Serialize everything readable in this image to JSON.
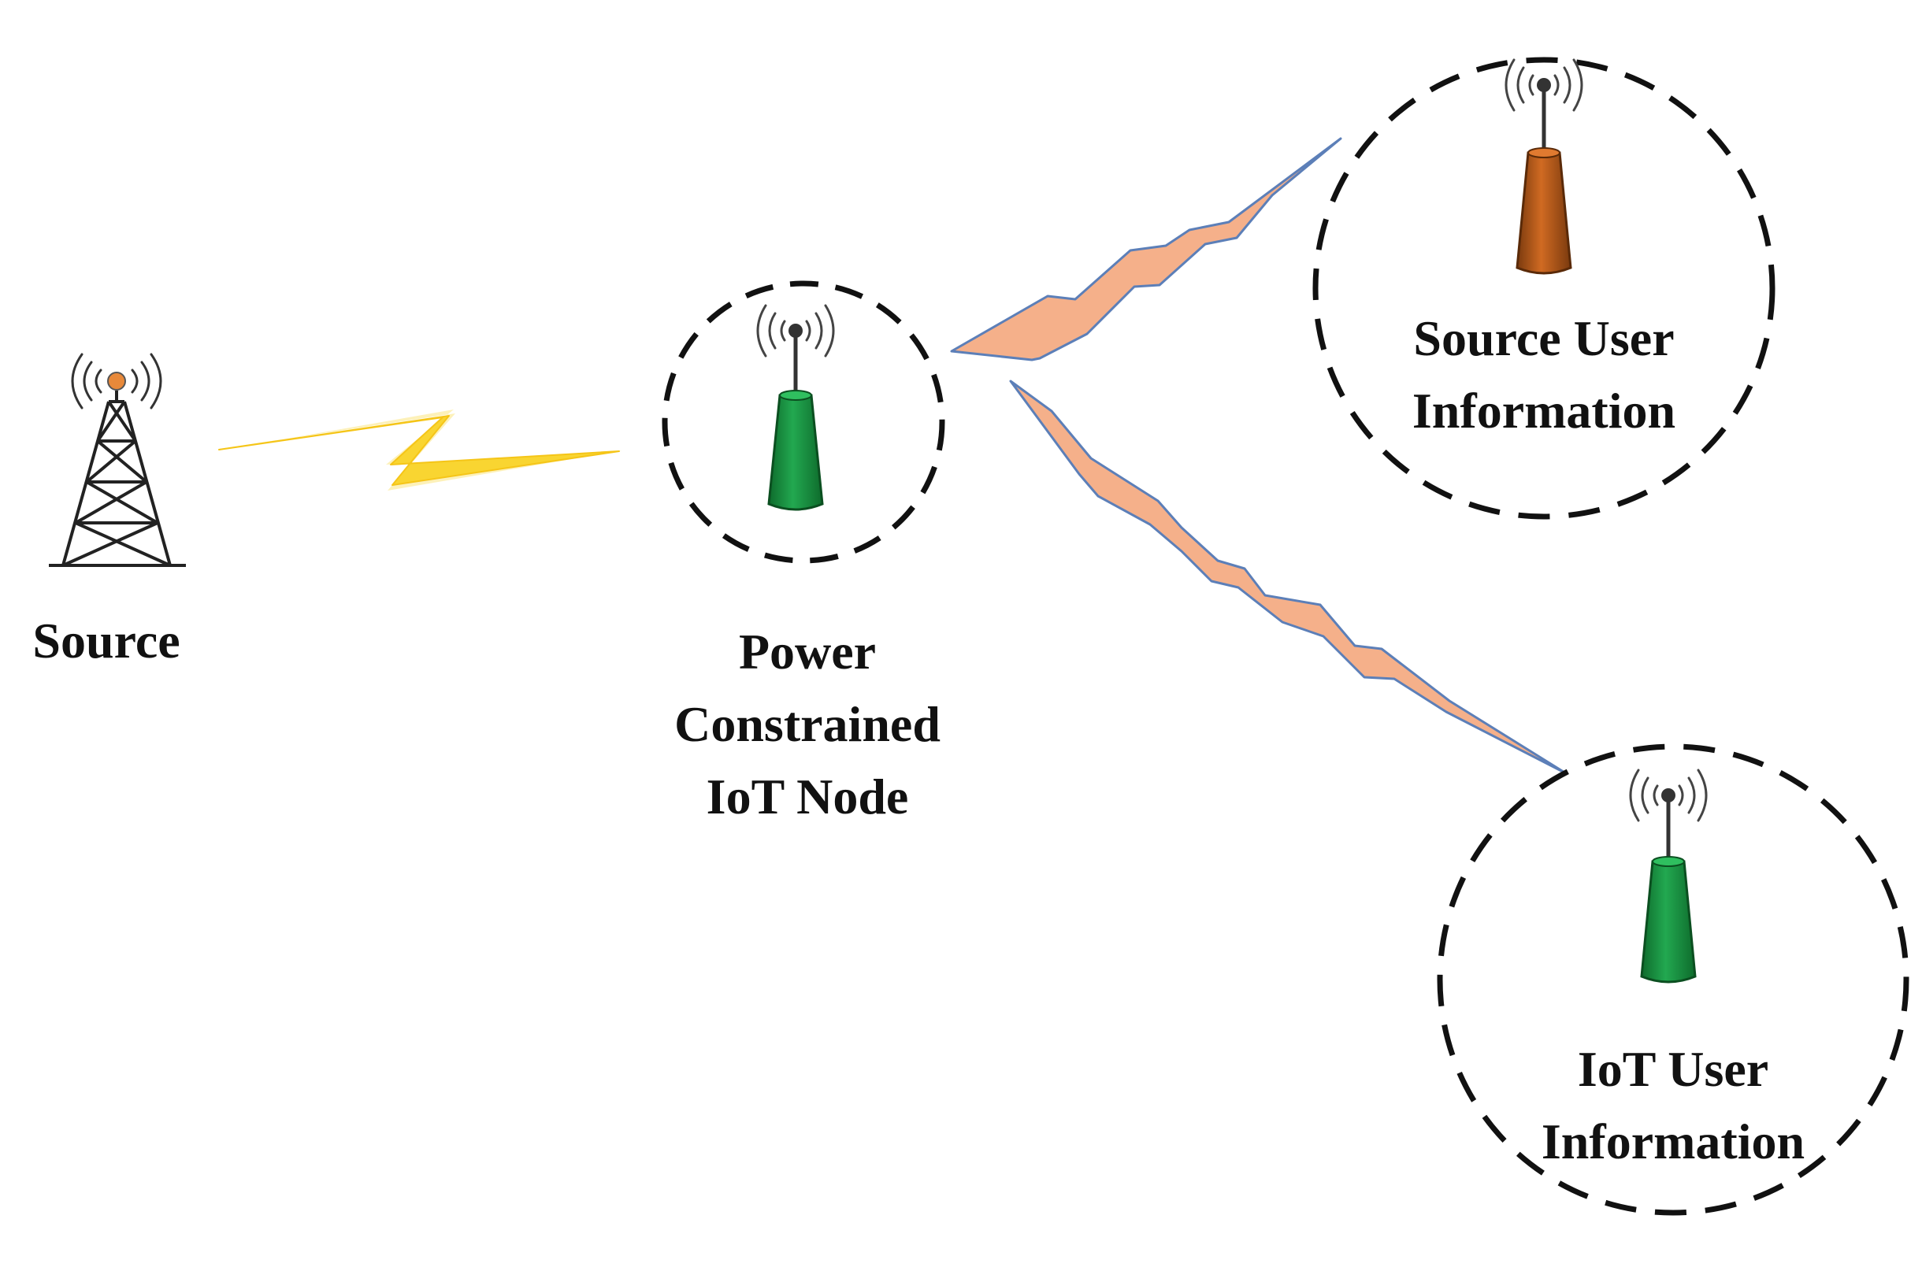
{
  "nodes": {
    "source": {
      "label_lines": [
        "Source"
      ]
    },
    "iot_node": {
      "label_lines": [
        "Power",
        "Constrained",
        "IoT Node"
      ]
    },
    "source_user": {
      "label_lines": [
        "Source User",
        "Information"
      ]
    },
    "iot_user": {
      "label_lines": [
        "IoT User",
        "Information"
      ]
    }
  },
  "colors": {
    "dashed_circle": "#111111",
    "lightning": "#F9D531",
    "lightning_glow": "#FBE88A",
    "link_fill": "#F5B08A",
    "link_stroke": "#5C7FB8",
    "antenna_green": "#1E9E48",
    "antenna_green_dark": "#0E6B2C",
    "antenna_orange": "#C8601A",
    "antenna_orange_dark": "#7A3A0E",
    "tower_dot": "#E8893A",
    "text": "#111111"
  },
  "icons": [
    "broadcast-tower-icon",
    "antenna-icon",
    "lightning-link-icon"
  ]
}
